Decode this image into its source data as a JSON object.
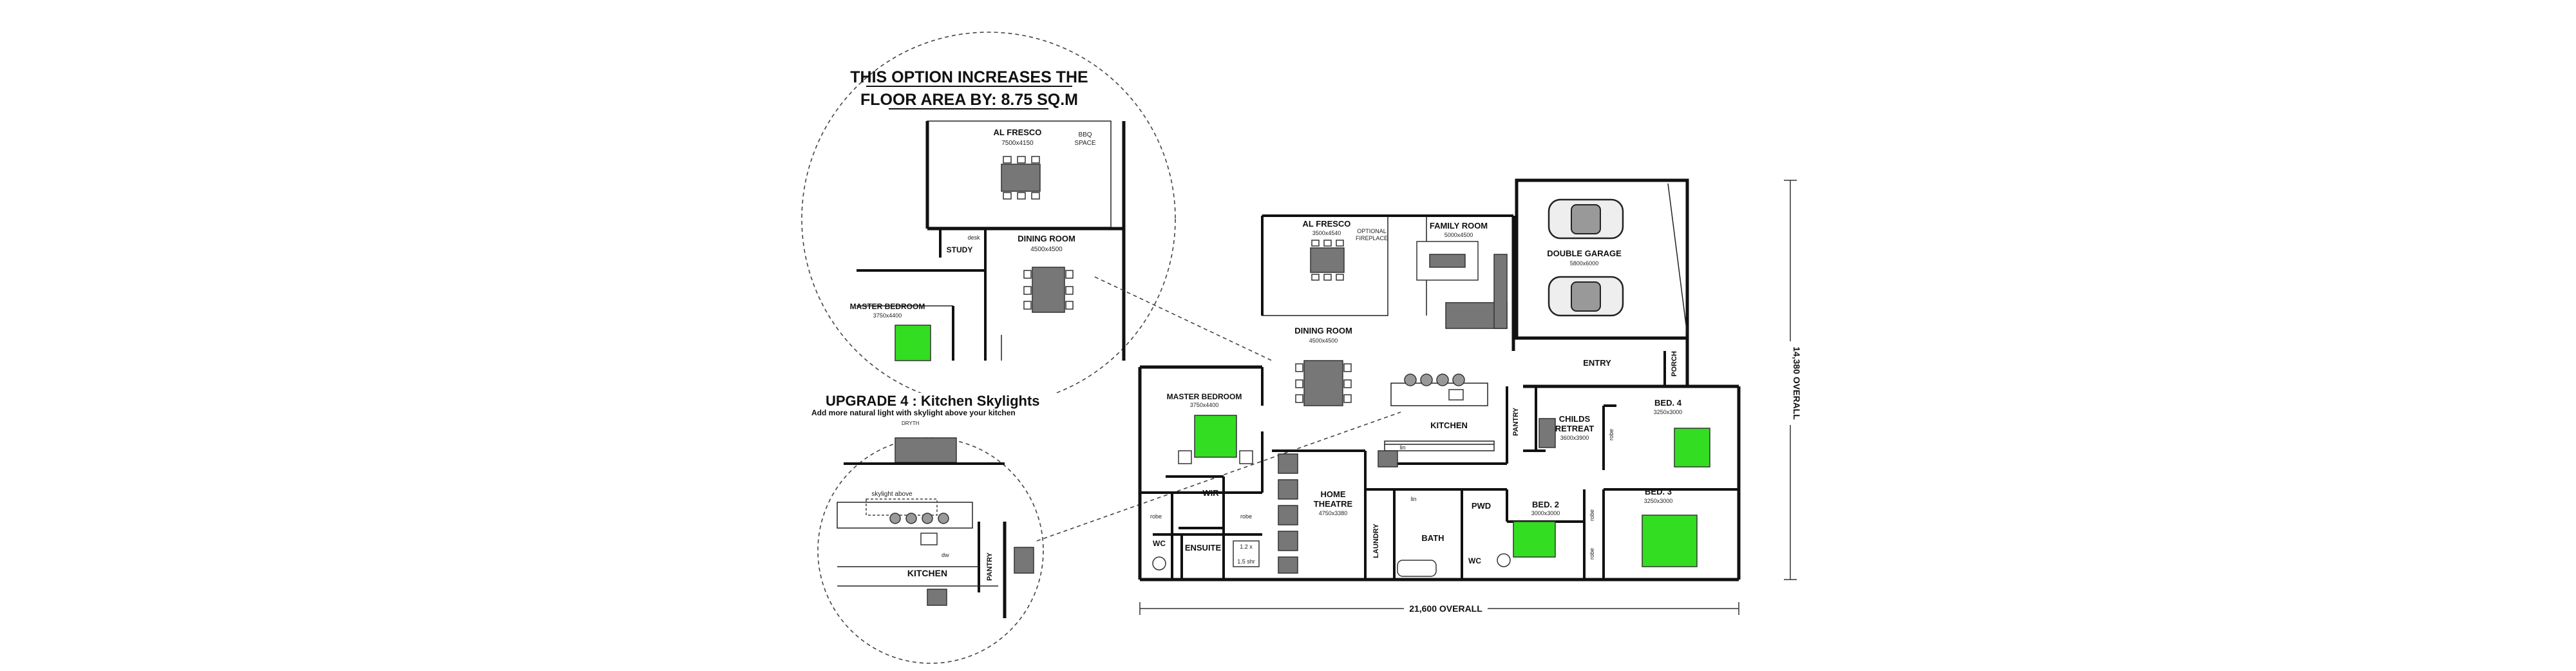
{
  "callout_area": {
    "line1": "THIS OPTION INCREASES THE",
    "line2": "FLOOR AREA BY: 8.75 SQ.M"
  },
  "inset_area": {
    "alfresco": {
      "name": "AL FRESCO",
      "size": "7500x4150"
    },
    "bbq": {
      "line1": "BBQ",
      "line2": "SPACE"
    },
    "study": "STUDY",
    "desk": "desk",
    "dining": {
      "name": "DINING ROOM",
      "size": "4500x4500"
    },
    "master": {
      "name": "MASTER BEDROOM",
      "size": "3750x4400"
    }
  },
  "upgrade": {
    "title": "UPGRADE 4 : Kitchen Skylights",
    "subtitle": "Add more natural light with skylight above your kitchen"
  },
  "inset_kitchen": {
    "skylight": "skylight above",
    "kitchen": "KITCHEN",
    "pantry": "PANTRY",
    "dw": "dw",
    "top": "DRYTH"
  },
  "rooms": {
    "alfresco": {
      "name": "AL FRESCO",
      "size": "3500x4540"
    },
    "fireplace": {
      "line1": "OPTIONAL",
      "line2": "FIREPLACE"
    },
    "family": {
      "name": "FAMILY ROOM",
      "size": "5000x4500"
    },
    "garage": {
      "name": "DOUBLE GARAGE",
      "size": "5800x6000"
    },
    "dining": {
      "name": "DINING ROOM",
      "size": "4500x4500"
    },
    "entry": "ENTRY",
    "porch": "PORCH",
    "master": {
      "name": "MASTER BEDROOM",
      "size": "3750x4400"
    },
    "kitchen": "KITCHEN",
    "pantry": "PANTRY",
    "childs": {
      "line1": "CHILDS",
      "line2": "RETREAT",
      "size": "3600x3900"
    },
    "bed4": {
      "name": "BED. 4",
      "size": "3250x3000"
    },
    "wir": "WIR",
    "theatre": {
      "line1": "HOME",
      "line2": "THEATRE",
      "size": "4750x3380"
    },
    "laundry": "LAUNDRY",
    "linen": "lin",
    "bath": "BATH",
    "pwd": "PWD",
    "bed2": {
      "name": "BED. 2",
      "size": "3000x3000"
    },
    "bed3": {
      "name": "BED. 3",
      "size": "3250x3000"
    },
    "ensuite": "ENSUITE",
    "wc1": "WC",
    "wc2": "WC",
    "shr": "1.2 x",
    "shr2": "1.5 shr",
    "robe1": "robe",
    "robe2": "robe",
    "robe3": "robe",
    "robe4": "robe",
    "robe5": "robe",
    "lin": "lin"
  },
  "dimensions": {
    "overall_width": "21,600 OVERALL",
    "overall_height": "14,380 OVERALL"
  },
  "colors": {
    "bed_highlight": "#33dd22",
    "wall": "#111111",
    "furniture_grey": "#777777"
  }
}
